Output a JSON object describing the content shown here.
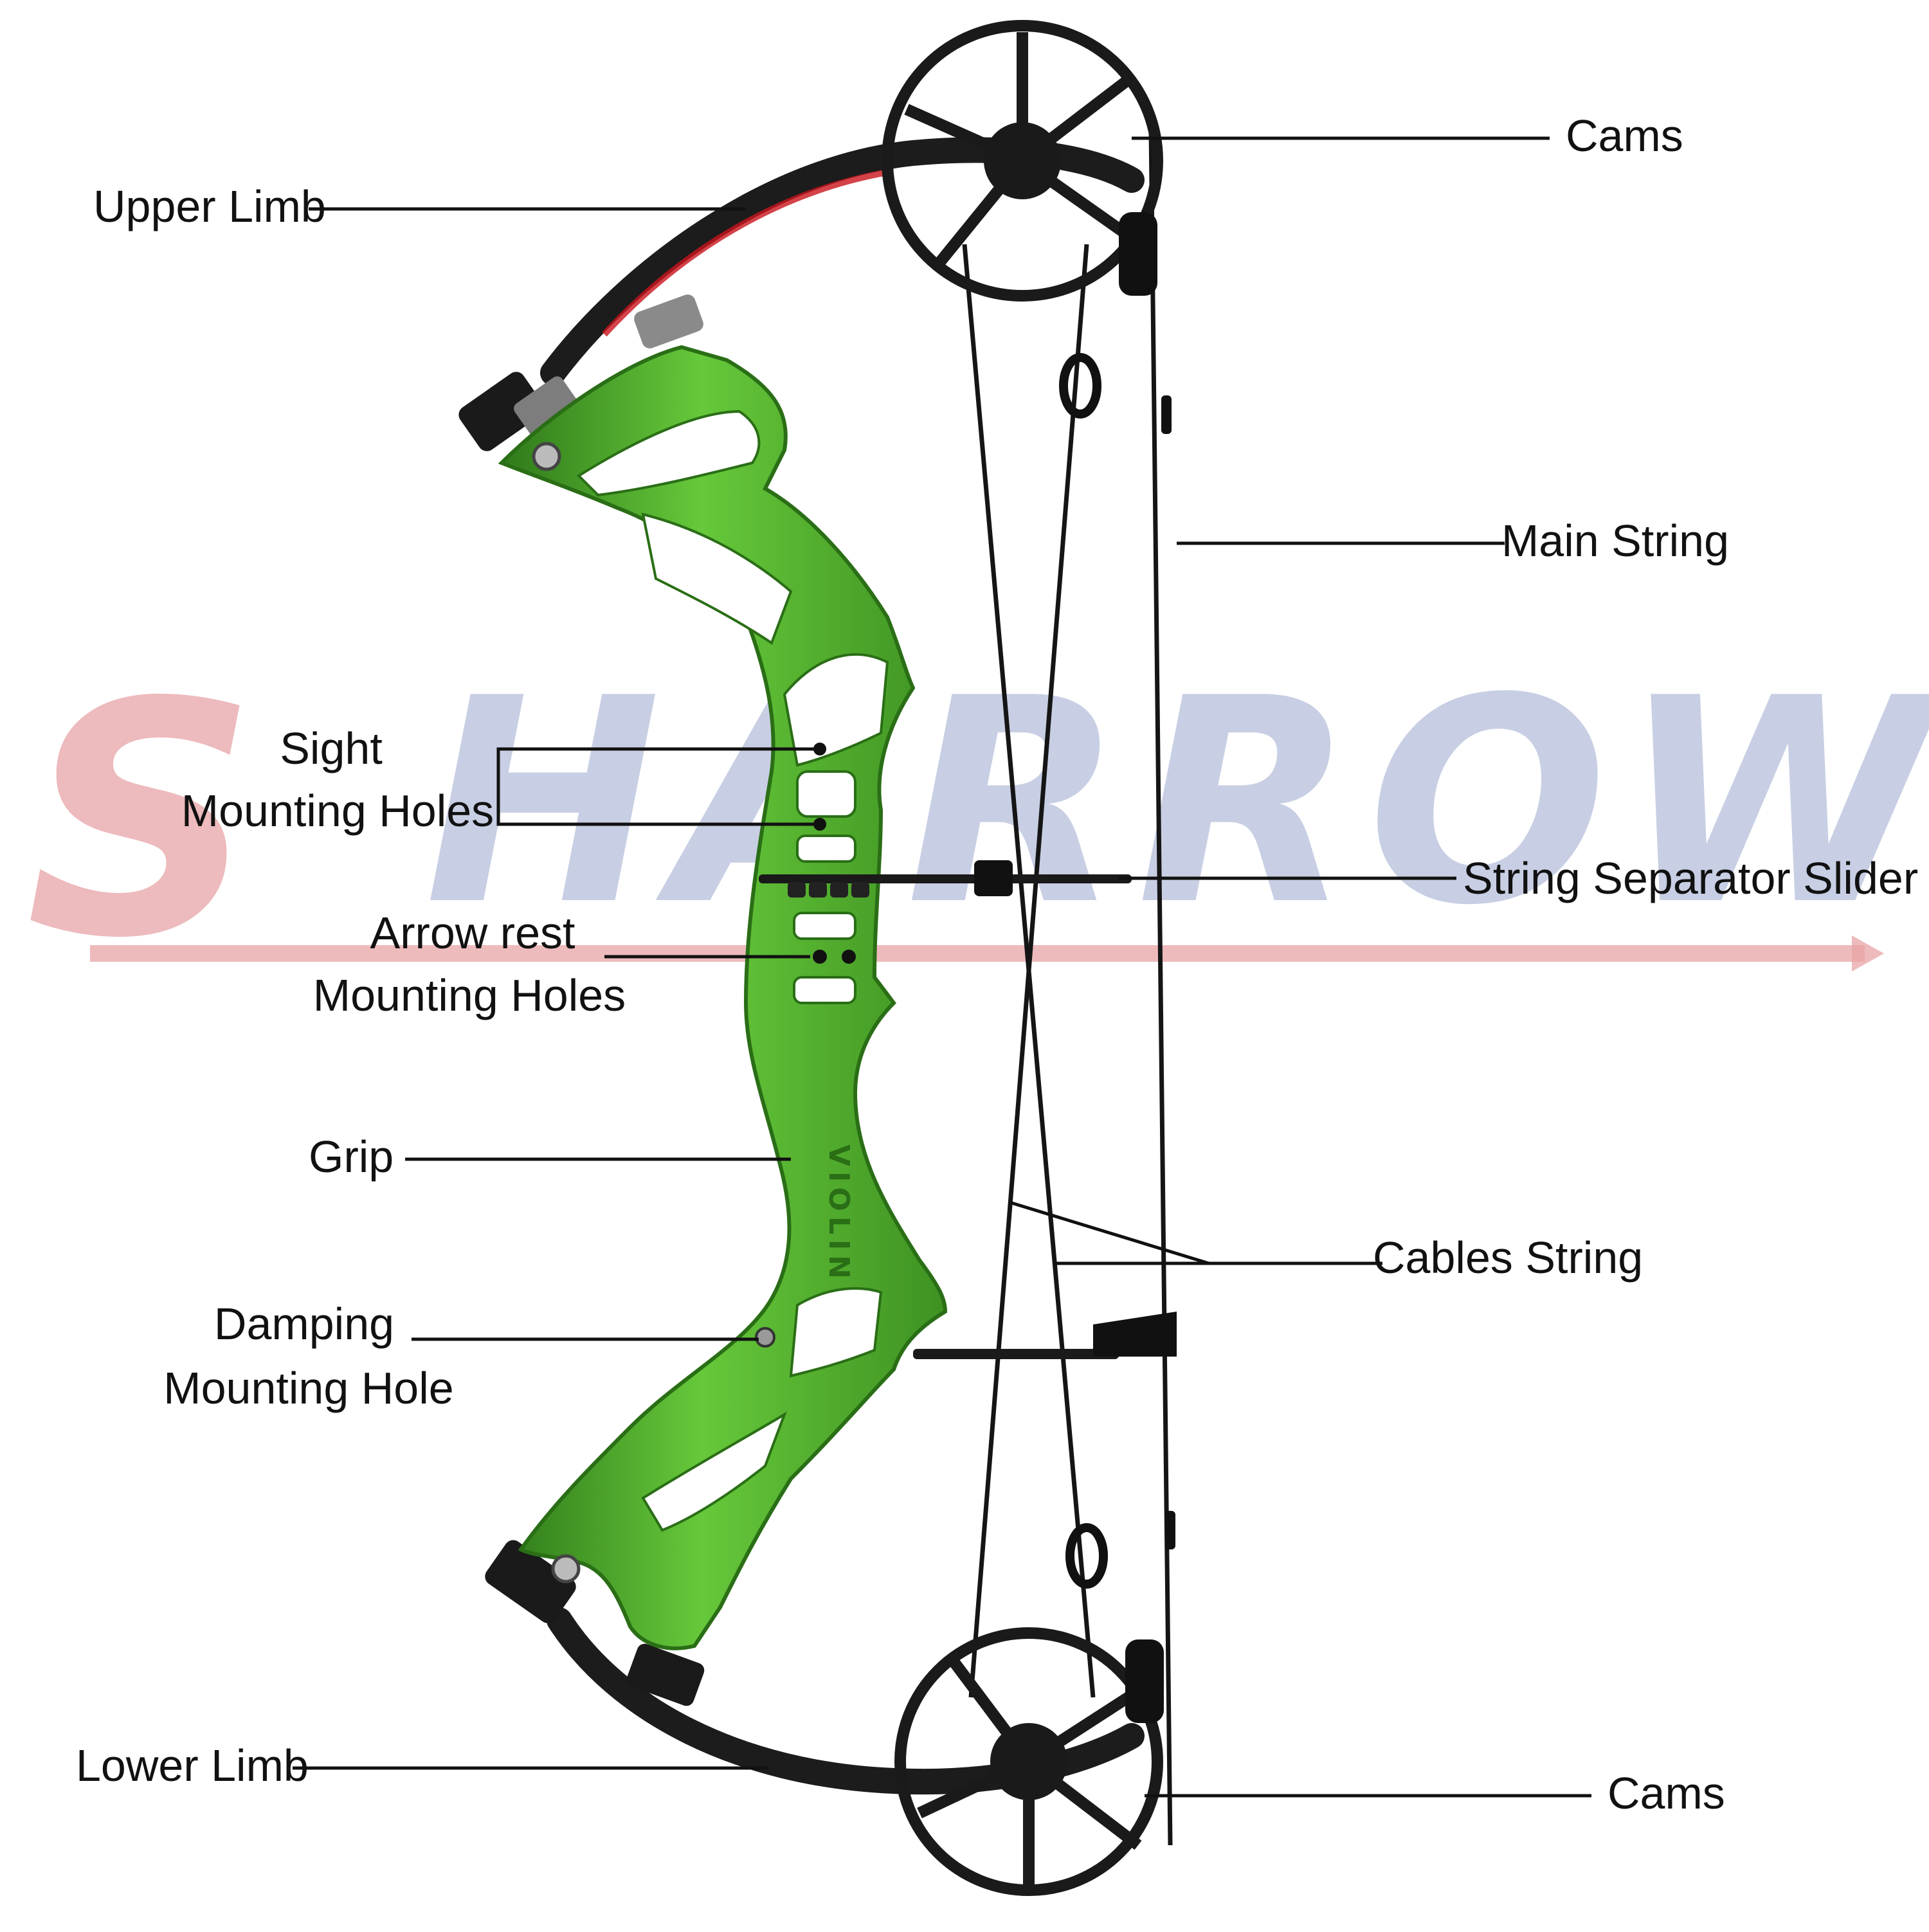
{
  "watermark": {
    "text_s": "S",
    "text_rest": "HARROW",
    "color_s": "#e8a4a7",
    "color_rest": "#b6c0dc"
  },
  "colors": {
    "riser": "#55b230",
    "riser_dark": "#2f7a1a",
    "riser_light": "#8fdc63",
    "limb": "#1c1c1c",
    "cam": "#1a1a1a",
    "string": "#151515"
  },
  "riser_brand": "VIOLIN",
  "labels": {
    "cams_top": "Cams",
    "upper_limb": "Upper Limb",
    "main_string": "Main String",
    "sight_1": "Sight",
    "sight_2": "Mounting Holes",
    "string_separator": "String Separator Slider",
    "arrow_rest_1": "Arrow rest",
    "arrow_rest_2": "Mounting Holes",
    "grip": "Grip",
    "cables_string": "Cables String",
    "damping_1": "Damping",
    "damping_2": "Mounting Hole",
    "lower_limb": "Lower Limb",
    "cams_bottom": "Cams"
  }
}
